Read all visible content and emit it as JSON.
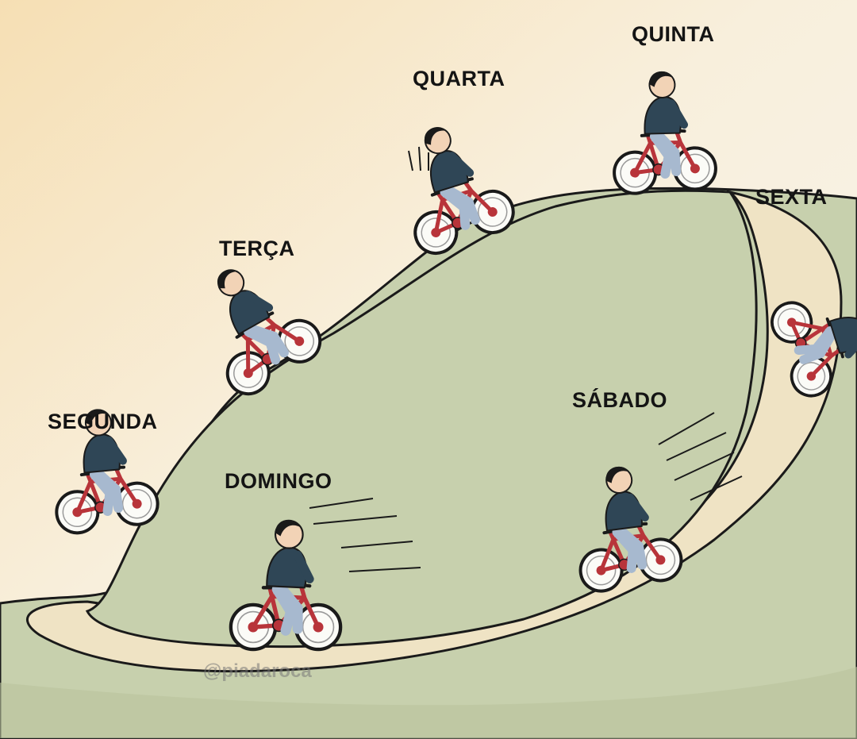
{
  "days": {
    "segunda": "SEGUNDA",
    "terca": "TERÇA",
    "quarta": "QUARTA",
    "quinta": "QUINTA",
    "sexta": "SEXTA",
    "sabado": "SÁBADO",
    "domingo": "DOMINGO"
  },
  "watermark": "@piadaroca",
  "colors": {
    "hill": "#c7d0ad",
    "path": "#efe3c4",
    "sky": "#f7f3e6",
    "bike": "#b8343a",
    "shirt": "#2f4656",
    "pants": "#a7b9cf",
    "outline": "#1a1a1a"
  }
}
